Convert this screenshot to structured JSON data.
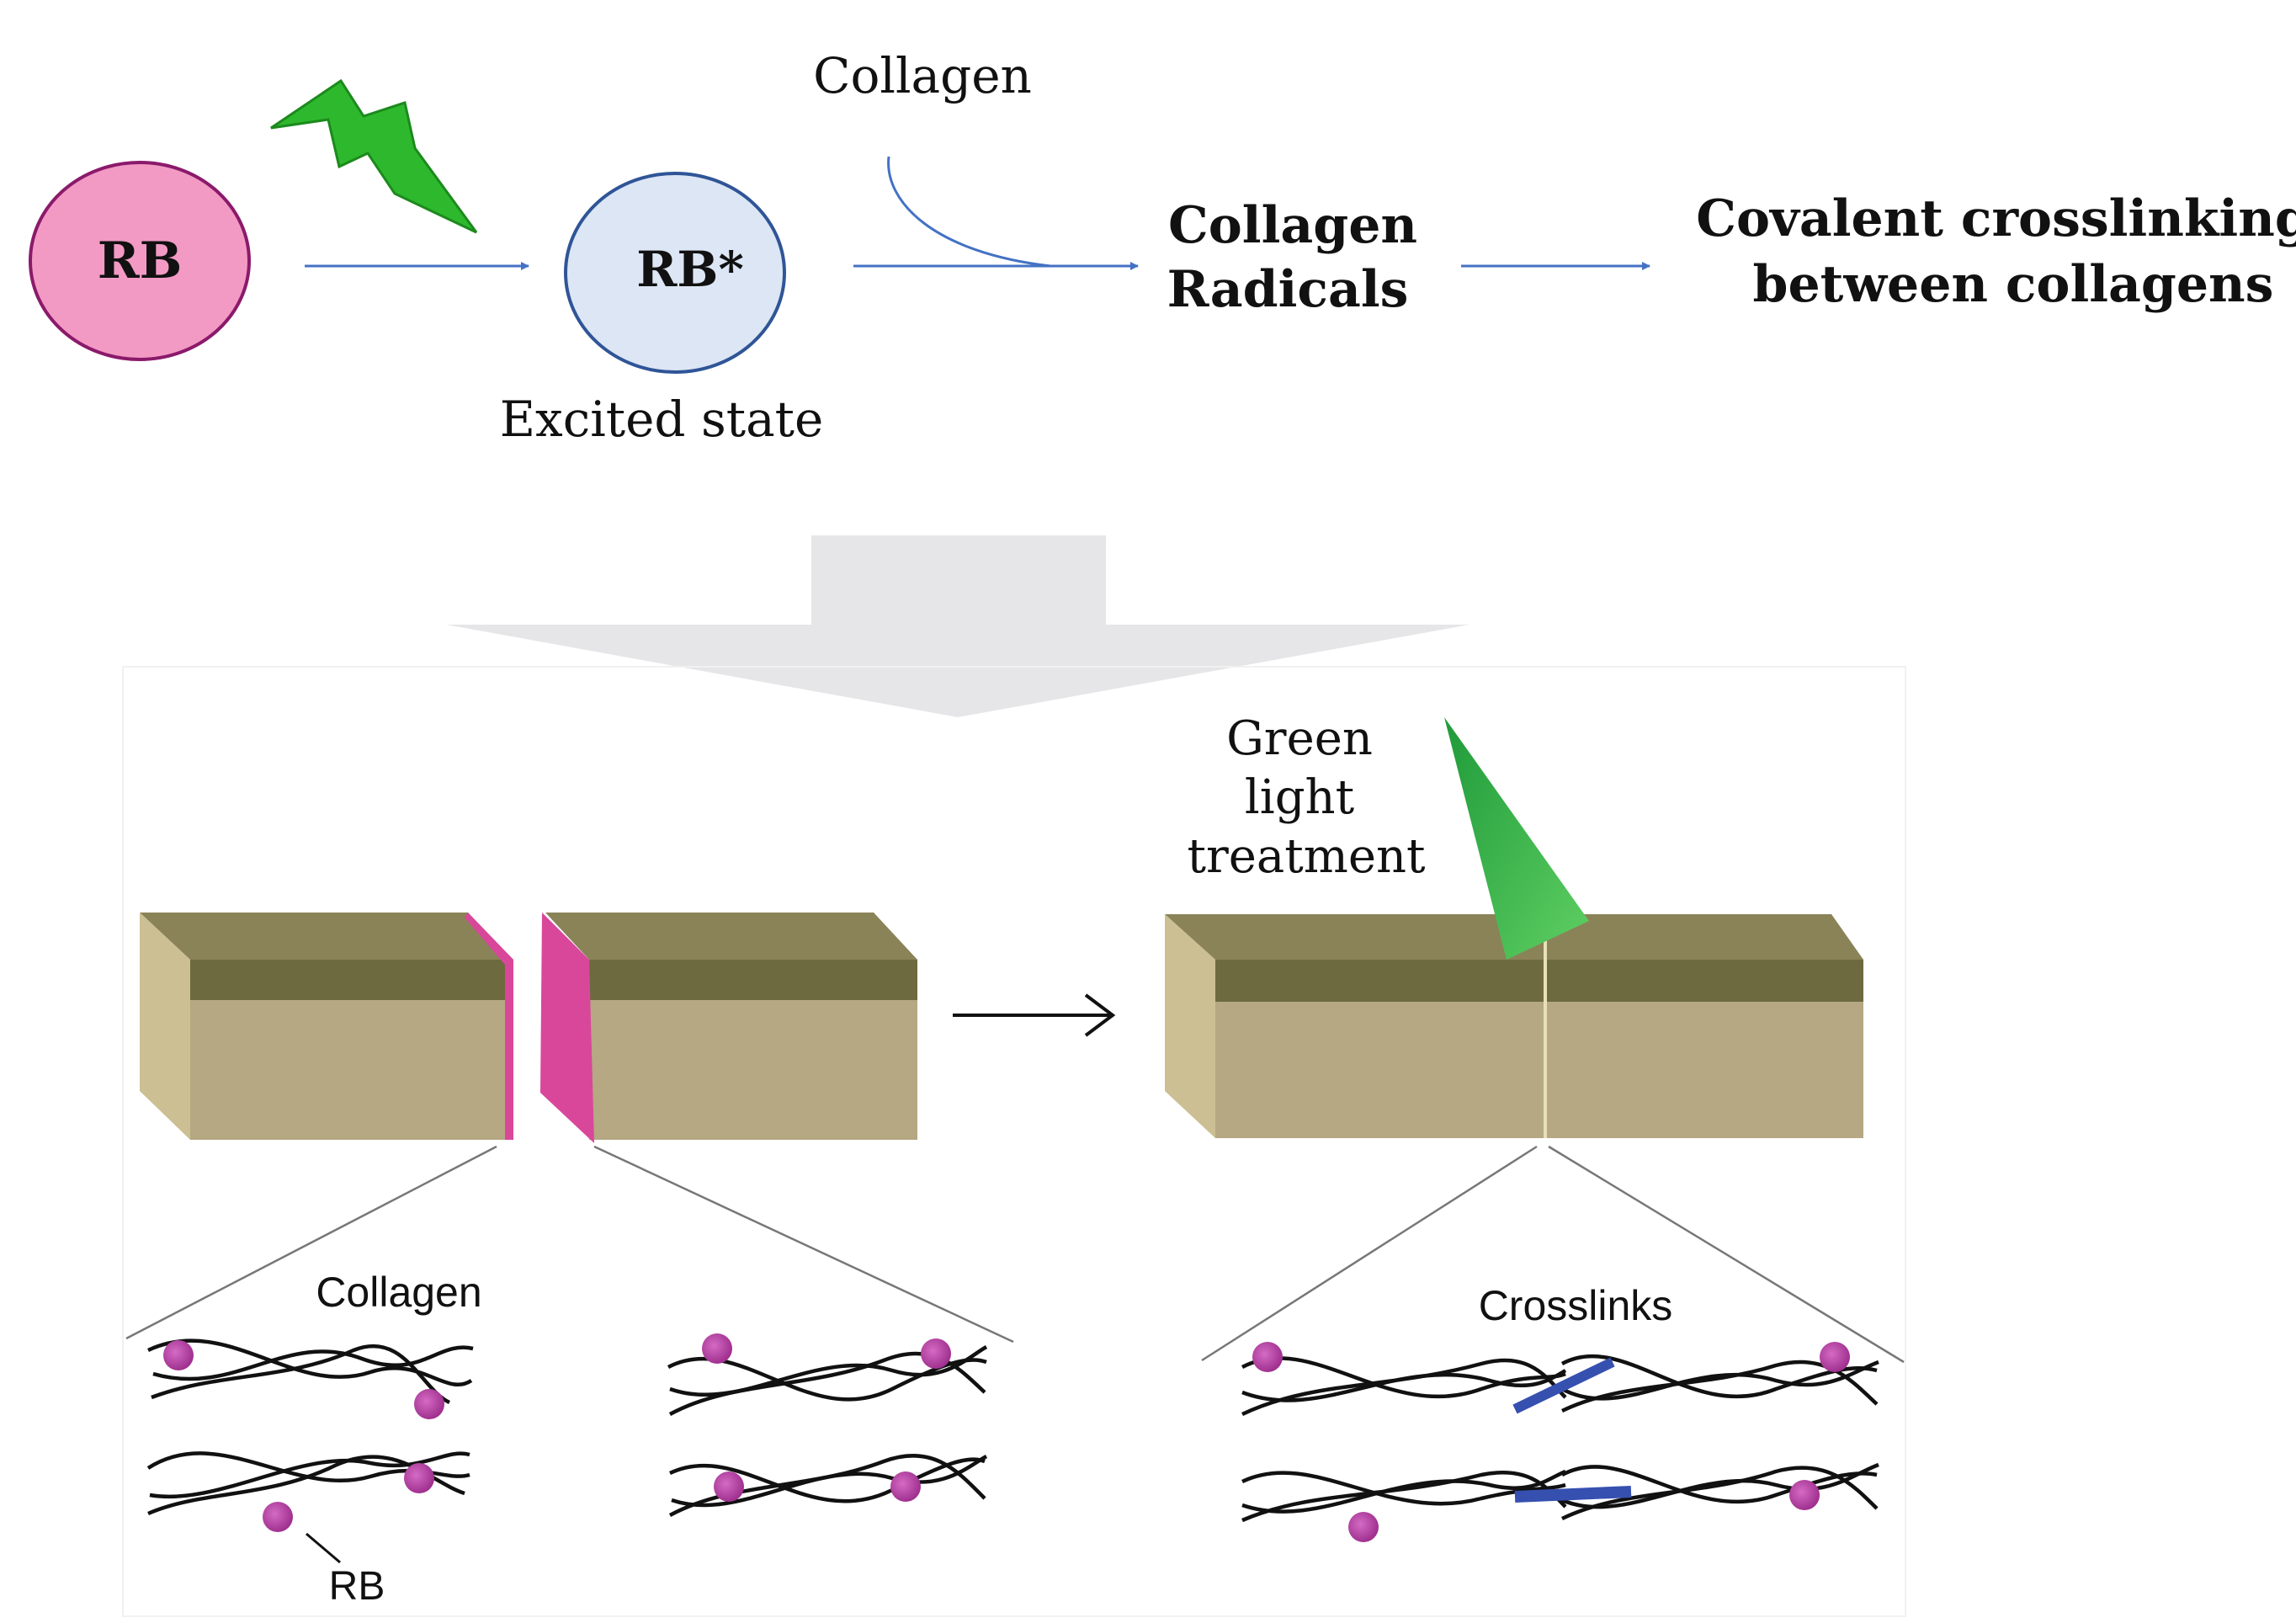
{
  "scheme": {
    "rb_label": "RB",
    "rb_excited_label": "RB*",
    "excited_state_label": "Excited state",
    "collagen_reagent_label": "Collagen",
    "collagen_radicals_line1": "Collagen",
    "collagen_radicals_line2": "Radicals",
    "result_line1": "Covalent crosslinking",
    "result_line2": "between collagens"
  },
  "illustration": {
    "light_label_line1": "Green",
    "light_label_line2": "light",
    "light_label_line3": "treatment",
    "collagen_label": "Collagen",
    "rb_pointer_label": "RB",
    "crosslinks_label": "Crosslinks"
  },
  "colors": {
    "rb_fill": "#f29ac4",
    "rb_stroke": "#8b1a6b",
    "rb_excited_fill": "#dce6f4",
    "rb_excited_stroke": "#2f5597",
    "arrow_blue": "#4472c4",
    "lightning_green": "#2eb82e",
    "tissue_top": "#7a7347",
    "tissue_front": "#b5a882",
    "tissue_side": "#cbbf93",
    "rb_dye_magenta": "#d9479b",
    "rb_dot": "#b0399e",
    "crosslink_blue": "#3650b0",
    "big_arrow_gray": "#e6e6e8"
  }
}
